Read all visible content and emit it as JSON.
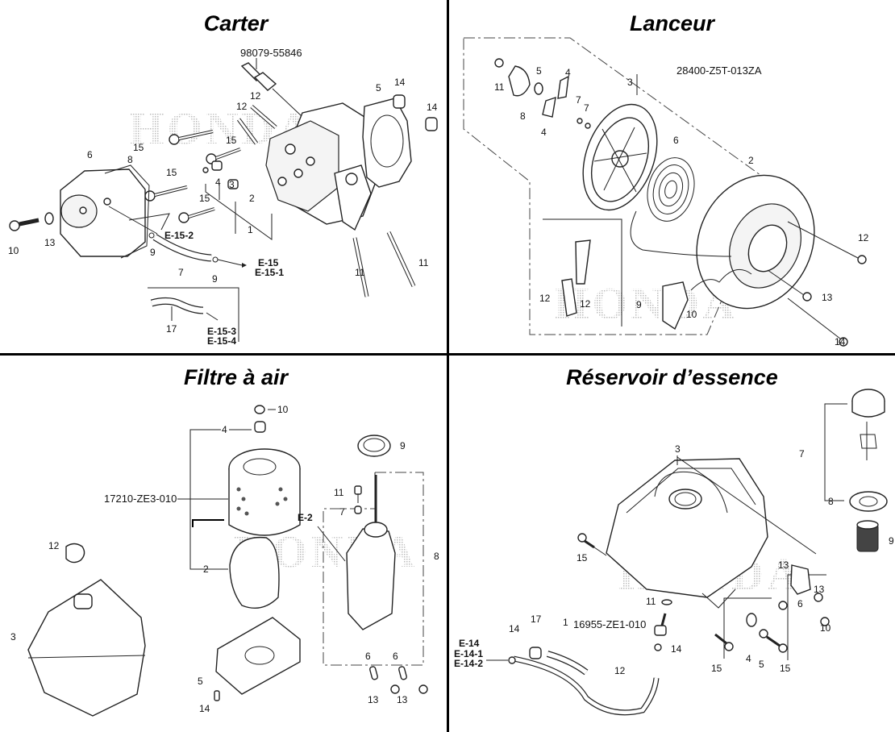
{
  "panels": {
    "carter": {
      "title": "Carter",
      "part_code": "98079-55846",
      "callouts": [
        "1",
        "2",
        "3",
        "4",
        "5",
        "6",
        "7",
        "8",
        "9",
        "9",
        "10",
        "11",
        "11",
        "12",
        "12",
        "13",
        "14",
        "14",
        "15",
        "15",
        "15",
        "15",
        "17"
      ],
      "references": [
        "E-15-2",
        "E-15",
        "E-15-1",
        "E-15-3",
        "E-15-4"
      ]
    },
    "lanceur": {
      "title": "Lanceur",
      "part_code": "28400-Z5T-013ZA",
      "callouts": [
        "2",
        "3",
        "4",
        "4",
        "5",
        "6",
        "7",
        "7",
        "8",
        "9",
        "10",
        "11",
        "12",
        "12",
        "12",
        "13",
        "14"
      ]
    },
    "filtre": {
      "title": "Filtre à air",
      "part_code": "17210-ZE3-010",
      "callouts": [
        "2",
        "3",
        "4",
        "5",
        "6",
        "6",
        "7",
        "8",
        "9",
        "10",
        "11",
        "12",
        "13",
        "13",
        "14"
      ],
      "references": [
        "E-2"
      ]
    },
    "reservoir": {
      "title": "Réservoir d’essence",
      "part_code": "16955-ZE1-010",
      "callouts": [
        "1",
        "3",
        "4",
        "5",
        "6",
        "7",
        "8",
        "9",
        "10",
        "11",
        "12",
        "13",
        "13",
        "14",
        "14",
        "15",
        "15",
        "15",
        "17"
      ],
      "references": [
        "E-14",
        "E-14-1",
        "E-14-2"
      ]
    }
  },
  "watermark": "HONDA"
}
